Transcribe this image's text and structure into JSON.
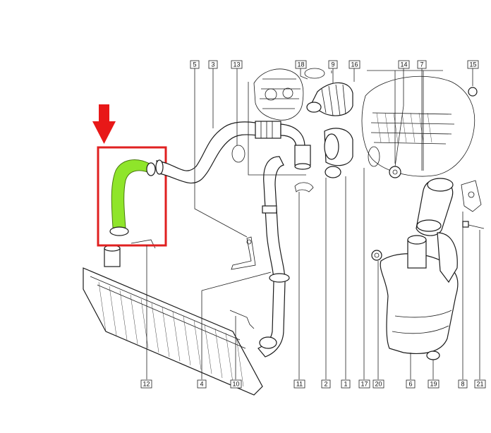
{
  "diagram": {
    "part_labels": {
      "p1": "1",
      "p2": "2",
      "p3": "3",
      "p4": "4",
      "p5": "5",
      "p6": "6",
      "p7": "7",
      "p8": "8",
      "p9": "9",
      "p10": "10",
      "p11": "11",
      "p12": "12",
      "p13": "13",
      "p14": "14",
      "p15": "15",
      "p16": "16",
      "p17": "17",
      "p18": "18",
      "p19": "19",
      "p20": "20",
      "p21": "21"
    },
    "highlight": {
      "hose_color": "#8fe52a",
      "frame_color": "#e02020",
      "arrow_color": "#e81818"
    }
  }
}
